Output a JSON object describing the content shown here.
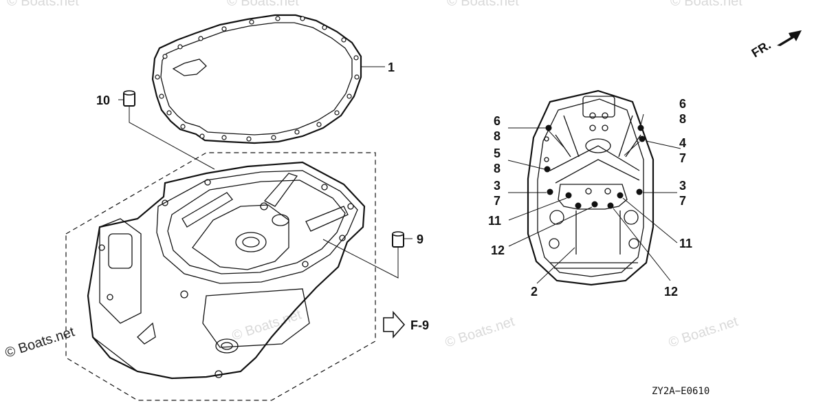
{
  "callouts": {
    "c1": "1",
    "c2": "2",
    "c3a": "3",
    "c3b": "3",
    "c4": "4",
    "c5": "5",
    "c6a": "6",
    "c6b": "6",
    "c7a": "7",
    "c7b": "7",
    "c7c": "7",
    "c8a": "8",
    "c8b": "8",
    "c8c": "8",
    "c9": "9",
    "c10": "10",
    "c11a": "11",
    "c11b": "11",
    "c12a": "12",
    "c12b": "12"
  },
  "front_marker": "FR.",
  "page_ref": "F-9",
  "diagram_code": "ZY2A−E0610",
  "watermark": "© Boats.net",
  "icons": [
    "front-direction-arrow-icon",
    "page-reference-arrow-icon"
  ]
}
